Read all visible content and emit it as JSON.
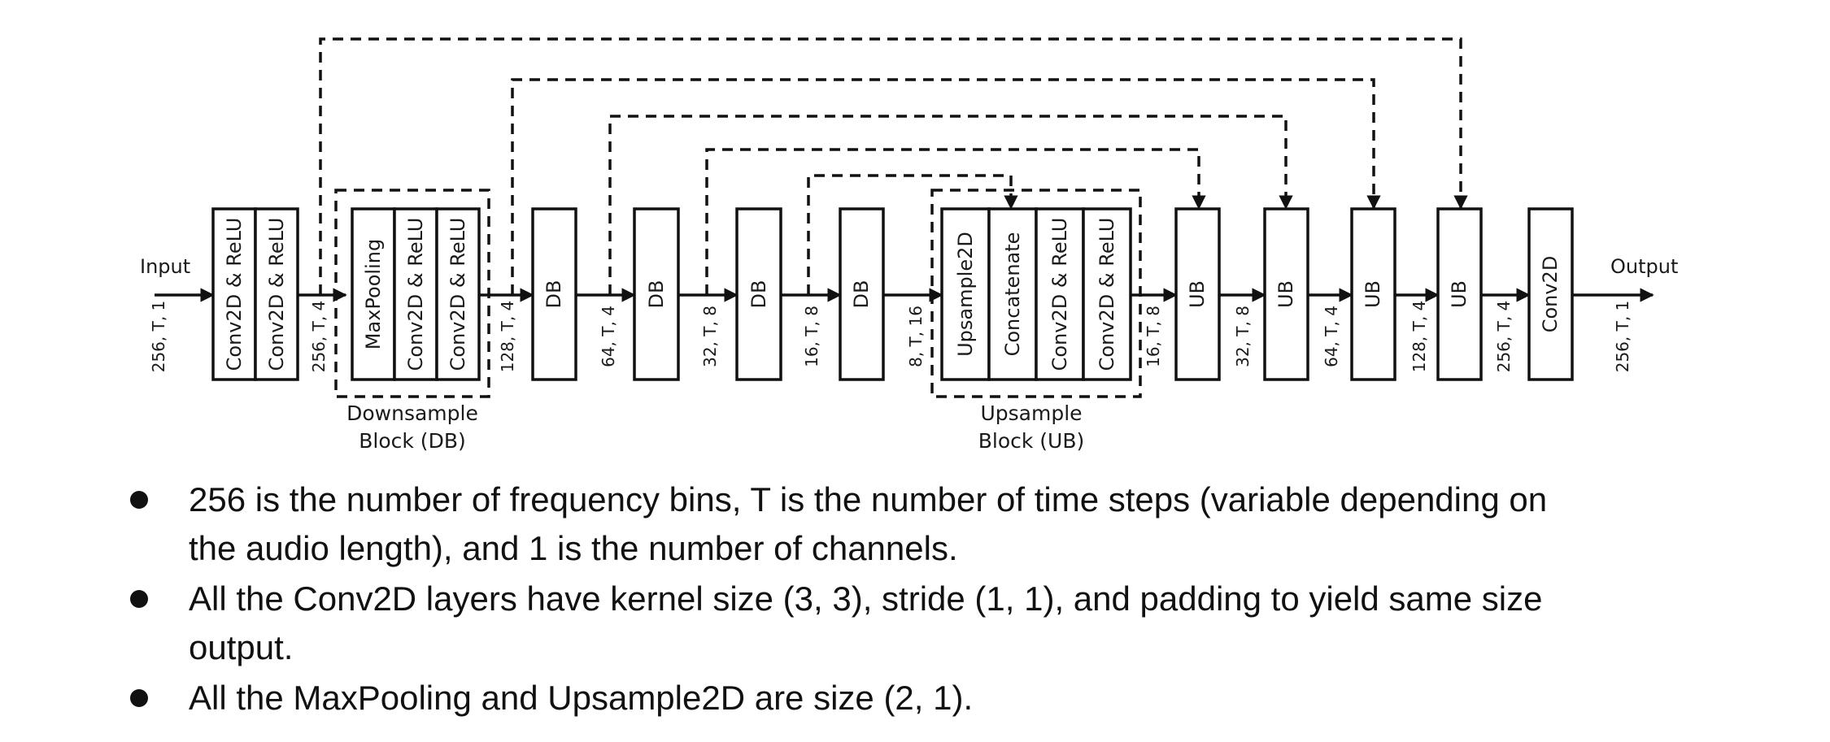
{
  "diagram": {
    "input_label": "Input",
    "output_label": "Output",
    "blocks": {
      "conv1": "Conv2D & ReLU",
      "conv2": "Conv2D & ReLU",
      "maxpool": "MaxPooling",
      "db_conv1": "Conv2D & ReLU",
      "db_conv2": "Conv2D & ReLU",
      "db1": "DB",
      "db2": "DB",
      "db3": "DB",
      "db4": "DB",
      "upsample": "Upsample2D",
      "concat": "Concatenate",
      "ub_conv1": "Conv2D & ReLU",
      "ub_conv2": "Conv2D & ReLU",
      "ub1": "UB",
      "ub2": "UB",
      "ub3": "UB",
      "ub4": "UB",
      "final_conv": "Conv2D"
    },
    "group_labels": {
      "downsample_line1": "Downsample",
      "downsample_line2": "Block (DB)",
      "upsample_line1": "Upsample",
      "upsample_line2": "Block (UB)"
    },
    "shapes": {
      "s_input": "256, T, 1",
      "s_after_conv": "256, T, 4",
      "s_after_db_block": "128, T, 4",
      "s_after_db1": "64, T, 4",
      "s_after_db2": "32, T, 8",
      "s_after_db3": "16, T, 8",
      "s_after_db4": "8, T, 16",
      "s_after_ub_block": "16, T, 8",
      "s_after_ub1": "32, T, 8",
      "s_after_ub2": "64, T, 4",
      "s_after_ub3": "128, T, 4",
      "s_after_ub4": "256, T, 4",
      "s_output": "256, T, 1"
    }
  },
  "notes": [
    "256 is the number of frequency bins, T is the number of time steps (variable depending on",
    "the audio length), and 1 is the number of channels.",
    "All the Conv2D layers have kernel size (3, 3), stride (1, 1), and padding to yield same size",
    "output.",
    "All the MaxPooling and Upsample2D are size (2, 1)."
  ]
}
